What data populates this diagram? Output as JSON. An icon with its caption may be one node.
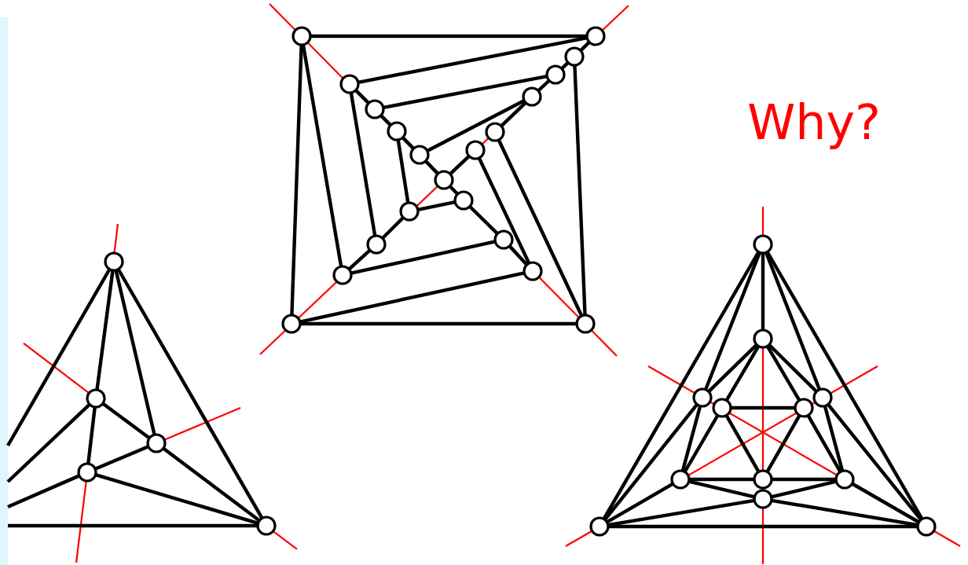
{
  "diagram": {
    "nodes": [
      {
        "text": [],
        "shape": "circle"
      },
      {
        "text": [],
        "shape": "circle"
      },
      {
        "text": [],
        "shape": "circle"
      },
      {
        "text": [],
        "shape": "circle"
      },
      {
        "text": [],
        "shape": "circle"
      },
      {
        "text": [],
        "shape": "circle"
      },
      {
        "text": [],
        "shape": "circle"
      },
      {
        "text": [],
        "shape": "circle"
      },
      {
        "text": [],
        "shape": "circle"
      },
      {
        "text": [],
        "shape": "circle"
      },
      {
        "text": [],
        "shape": "circle"
      },
      {
        "text": [],
        "shape": "circle"
      },
      {
        "text": [],
        "shape": "circle"
      },
      {
        "text": [],
        "shape": "circle"
      },
      {
        "text": [],
        "shape": "circle"
      },
      {
        "text": [],
        "shape": "circle"
      },
      {
        "text": [],
        "shape": "circle"
      },
      {
        "text": [],
        "shape": "circle"
      },
      {
        "text": [],
        "shape": "circle"
      },
      {
        "text": [],
        "shape": "circle"
      },
      {
        "text": [],
        "shape": "circle"
      },
      {
        "text": [],
        "shape": "circle"
      },
      {
        "text": [],
        "shape": "circle"
      },
      {
        "text": [],
        "shape": "circle"
      },
      {
        "text": [],
        "shape": "circle"
      },
      {
        "text": [],
        "shape": "circle"
      },
      {
        "text": [],
        "shape": "circle"
      },
      {
        "text": [],
        "shape": "circle"
      },
      {
        "text": [],
        "shape": "circle"
      },
      {
        "text": [],
        "shape": "circle"
      },
      {
        "text": [],
        "shape": "circle"
      },
      {
        "text": [],
        "shape": "circle"
      },
      {
        "text": [],
        "shape": "circle"
      },
      {
        "text": [],
        "shape": "circle"
      },
      {
        "text": [],
        "shape": "circle"
      },
      {
        "text": [],
        "shape": "circle"
      },
      {
        "text": [],
        "shape": "circle"
      }
    ],
    "edges": [
      {
        "from": 0,
        "to": 1,
        "arrow": "none"
      },
      {
        "from": 0,
        "to": 18,
        "arrow": "none"
      },
      {
        "from": 0,
        "to": 17,
        "arrow": "none"
      },
      {
        "from": 1,
        "to": 3,
        "arrow": "none"
      },
      {
        "from": 1,
        "to": 2,
        "arrow": "none"
      },
      {
        "from": 2,
        "to": 4,
        "arrow": "none"
      },
      {
        "from": 2,
        "to": 19,
        "arrow": "none"
      },
      {
        "from": 3,
        "to": 5,
        "arrow": "none"
      },
      {
        "from": 3,
        "to": 15,
        "arrow": "none"
      },
      {
        "from": 5,
        "to": 4,
        "arrow": "none"
      },
      {
        "from": 5,
        "to": 7,
        "arrow": "none"
      },
      {
        "from": 4,
        "to": 6,
        "arrow": "none"
      },
      {
        "from": 7,
        "to": 10,
        "arrow": "none"
      },
      {
        "from": 7,
        "to": 13,
        "arrow": "none"
      },
      {
        "from": 10,
        "to": 6,
        "arrow": "none"
      },
      {
        "from": 6,
        "to": 8,
        "arrow": "none"
      },
      {
        "from": 10,
        "to": 11,
        "arrow": "none"
      },
      {
        "from": 11,
        "to": 9,
        "arrow": "none"
      },
      {
        "from": 9,
        "to": 16,
        "arrow": "none"
      },
      {
        "from": 8,
        "to": 19,
        "arrow": "none"
      },
      {
        "from": 11,
        "to": 12,
        "arrow": "none"
      },
      {
        "from": 12,
        "to": 13,
        "arrow": "none"
      },
      {
        "from": 12,
        "to": 14,
        "arrow": "none"
      },
      {
        "from": 14,
        "to": 16,
        "arrow": "none"
      },
      {
        "from": 13,
        "to": 15,
        "arrow": "none"
      },
      {
        "from": 15,
        "to": 17,
        "arrow": "none"
      },
      {
        "from": 17,
        "to": 14,
        "arrow": "none"
      },
      {
        "from": 18,
        "to": 16,
        "arrow": "none"
      },
      {
        "from": 18,
        "to": 19,
        "arrow": "none"
      },
      {
        "from": 20,
        "to": 21,
        "arrow": "none"
      },
      {
        "from": 20,
        "to": 22,
        "arrow": "none"
      },
      {
        "from": 20,
        "to": 24,
        "arrow": "none"
      },
      {
        "from": null,
        "to": 20,
        "arrow": "none"
      },
      {
        "from": 21,
        "to": 22,
        "arrow": "none"
      },
      {
        "from": 21,
        "to": 23,
        "arrow": "none"
      },
      {
        "from": null,
        "to": 21,
        "arrow": "none"
      },
      {
        "from": 23,
        "to": 22,
        "arrow": "none"
      },
      {
        "from": 23,
        "to": 24,
        "arrow": "none"
      },
      {
        "from": null,
        "to": 23,
        "arrow": "none"
      },
      {
        "from": 22,
        "to": 24,
        "arrow": "none"
      },
      {
        "from": null,
        "to": 24,
        "arrow": "none"
      },
      {
        "from": 25,
        "to": 35,
        "arrow": "none"
      },
      {
        "from": 25,
        "to": 27,
        "arrow": "none"
      },
      {
        "from": 25,
        "to": 36,
        "arrow": "none"
      },
      {
        "from": 25,
        "to": 28,
        "arrow": "none"
      },
      {
        "from": 25,
        "to": 26,
        "arrow": "none"
      },
      {
        "from": 26,
        "to": 27,
        "arrow": "none"
      },
      {
        "from": 26,
        "to": 29,
        "arrow": "none"
      },
      {
        "from": 26,
        "to": 28,
        "arrow": "none"
      },
      {
        "from": 26,
        "to": 30,
        "arrow": "none"
      },
      {
        "from": 29,
        "to": 30,
        "arrow": "none"
      },
      {
        "from": 27,
        "to": 31,
        "arrow": "none"
      },
      {
        "from": 27,
        "to": 35,
        "arrow": "none"
      },
      {
        "from": 29,
        "to": 31,
        "arrow": "none"
      },
      {
        "from": 29,
        "to": 32,
        "arrow": "none"
      },
      {
        "from": 30,
        "to": 32,
        "arrow": "none"
      },
      {
        "from": 30,
        "to": 33,
        "arrow": "none"
      },
      {
        "from": 28,
        "to": 33,
        "arrow": "none"
      },
      {
        "from": 28,
        "to": 36,
        "arrow": "none"
      },
      {
        "from": 31,
        "to": 32,
        "arrow": "none"
      },
      {
        "from": 32,
        "to": 33,
        "arrow": "none"
      },
      {
        "from": 31,
        "to": 34,
        "arrow": "none"
      },
      {
        "from": 33,
        "to": 34,
        "arrow": "none"
      },
      {
        "from": 31,
        "to": 35,
        "arrow": "none"
      },
      {
        "from": 33,
        "to": 36,
        "arrow": "none"
      },
      {
        "from": 34,
        "to": 35,
        "arrow": "none"
      },
      {
        "from": 34,
        "to": 36,
        "arrow": "none"
      },
      {
        "from": 35,
        "to": 36,
        "arrow": "none"
      }
    ],
    "labels": [
      "Why?"
    ]
  }
}
